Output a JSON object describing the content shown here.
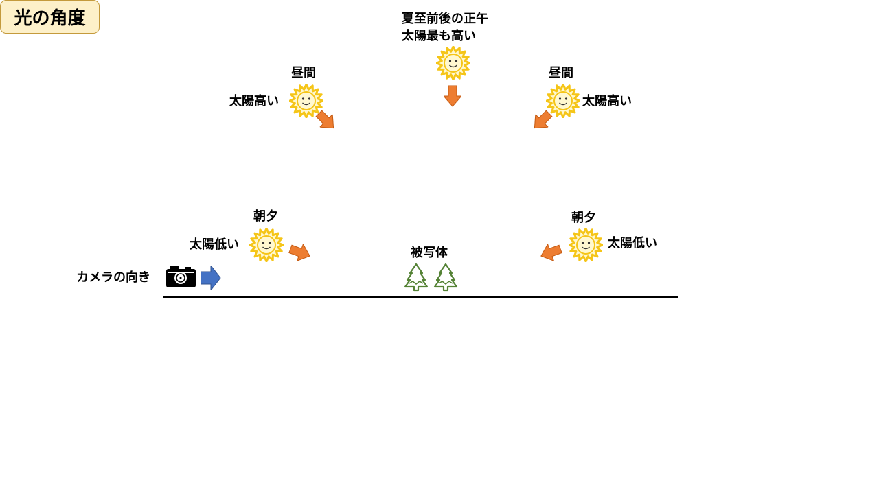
{
  "title": "光の角度",
  "noon_peak": {
    "line1": "夏至前後の正午",
    "line2": "太陽最も高い"
  },
  "left_noon": {
    "time": "昼間",
    "desc": "太陽高い"
  },
  "right_noon": {
    "time": "昼間",
    "desc": "太陽高い"
  },
  "left_morning": {
    "time": "朝夕",
    "desc": "太陽低い"
  },
  "right_morning": {
    "time": "朝夕",
    "desc": "太陽低い"
  },
  "subject": "被写体",
  "camera_label": "カメラの向き",
  "colors": {
    "sun_ray": "#f5c518",
    "sun_face": "#fff8d0",
    "light_arrow": "#ed7d31",
    "camera_arrow": "#4472c4",
    "tree": "#548235",
    "title_bg": "#fdf0c9"
  }
}
